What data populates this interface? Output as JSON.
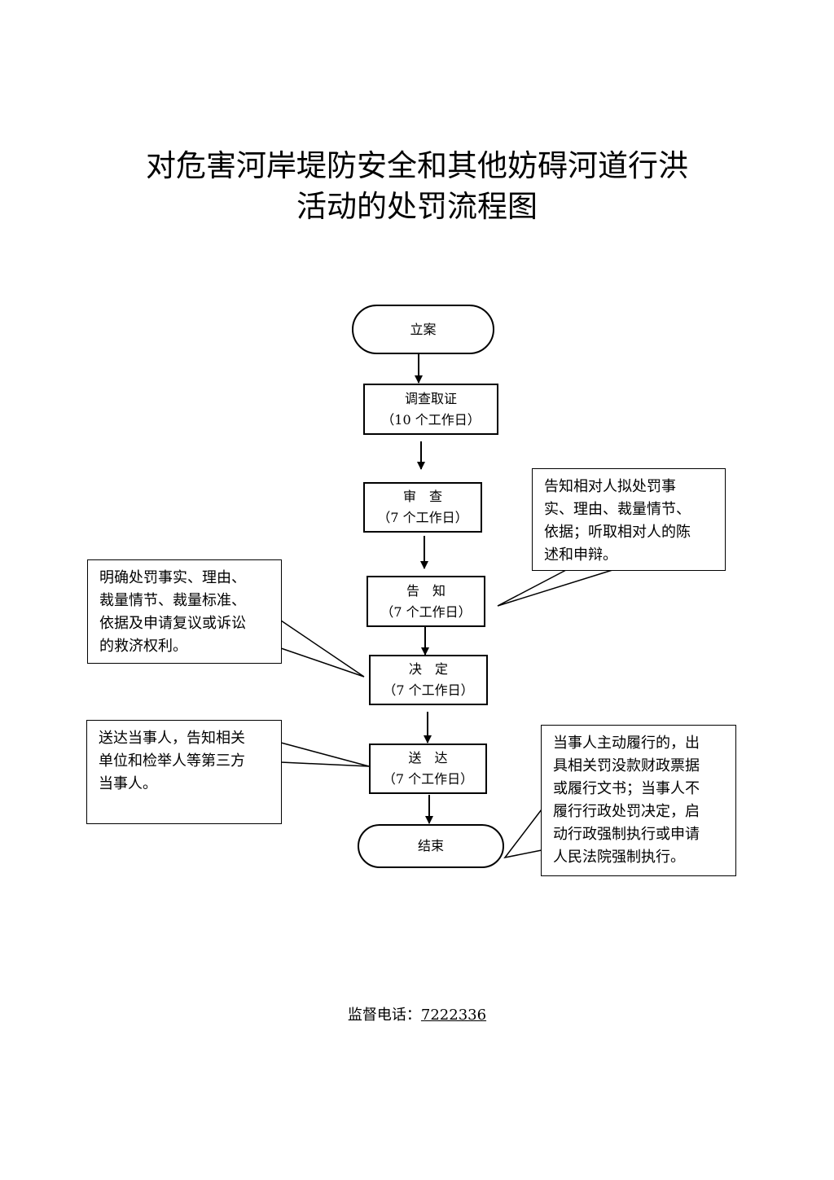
{
  "title": {
    "line1": "对危害河岸堤防安全和其他妨碍河道行洪",
    "line2": "活动的处罚流程图"
  },
  "nodes": {
    "start": "立案",
    "investigate": {
      "label": "调查取证",
      "duration": "（10 个工作日）"
    },
    "review": {
      "label": "审　查",
      "duration": "（7 个工作日）"
    },
    "notify": {
      "label": "告　知",
      "duration": "（7 个工作日）"
    },
    "decide": {
      "label": "决　定",
      "duration": "（7 个工作日）"
    },
    "deliver": {
      "label": "送　达",
      "duration": "（7 个工作日）"
    },
    "end": "结束"
  },
  "notes": {
    "notify_right": [
      "告知相对人拟处罚事",
      "实、理由、裁量情节、",
      "依据；听取相对人的陈",
      "述和申辩。"
    ],
    "decide_left": [
      "明确处罚事实、理由、",
      "裁量情节、裁量标准、",
      "依据及申请复议或诉讼",
      "的救济权利。"
    ],
    "deliver_left": [
      "送达当事人，告知相关",
      "单位和检举人等第三方",
      "当事人。"
    ],
    "end_right": [
      "当事人主动履行的，出",
      "具相关罚没款财政票据",
      "或履行文书；当事人不",
      "履行行政处罚决定，启",
      "动行政强制执行或申请",
      "人民法院强制执行。"
    ]
  },
  "footer": {
    "label": "监督电话：",
    "phone": "7222336"
  }
}
